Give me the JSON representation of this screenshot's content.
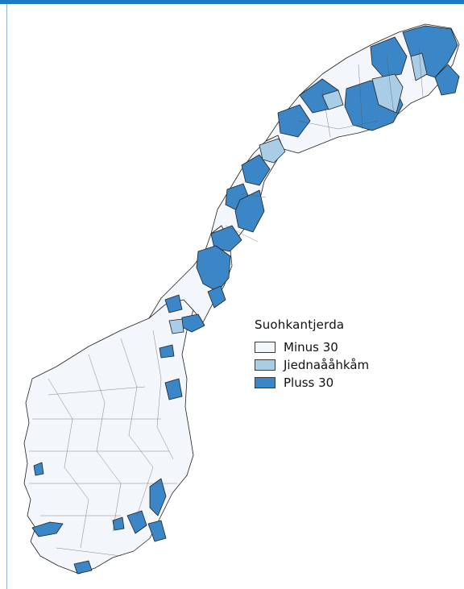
{
  "legend": {
    "title": "Suohkantjerda",
    "items": [
      {
        "label": "Minus 30",
        "color": "#f3f6fb"
      },
      {
        "label": "Jiednaååhkåm",
        "color": "#a9cde6"
      },
      {
        "label": "Pluss 30",
        "color": "#3b86c6"
      }
    ]
  },
  "colors": {
    "frame_bar": "#1f7ac4",
    "border_line": "#222222"
  }
}
